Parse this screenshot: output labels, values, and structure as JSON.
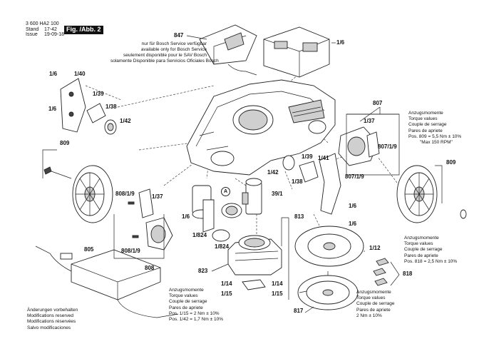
{
  "header": {
    "doc_number": "3 600 HA2 100",
    "stand_label": "Stand",
    "issue_label": "Issue",
    "stand_value": "17-42",
    "issue_value": "19-09-18",
    "figure_tag": "Fig. /Abb. 2"
  },
  "service_note": {
    "line1": "nur für Bosch Service verfügbar",
    "line2": "available only for Bosch Service",
    "line3": "seulement disponible pour le SAV Bosch",
    "line4": "solamente Disponible para Servicios Oficiales Bosch"
  },
  "callouts": {
    "c847": "847",
    "c1_6_top": "1/6",
    "c1_6_a": "1/6",
    "c1_40": "1/40",
    "c1_39": "1/39",
    "c1_6_b": "1/6",
    "c1_38": "1/38",
    "c1_42_a": "1/42",
    "c809_left": "809",
    "c808_1_9_a": "808/1/9",
    "c1_37_a": "1/37",
    "c1_6_c": "1/6",
    "c1_824_a": "1/824",
    "c1_824_b": "1/824",
    "c808_1_9_b": "808/1/9",
    "c808": "808",
    "c805": "805",
    "cA": "A",
    "c1_42_b": "1/42",
    "c1_39_b": "1/39",
    "c1_38_b": "1/38",
    "c39_1": "39/1",
    "c1_41": "1/41",
    "c807": "807",
    "c1_37_b": "1/37",
    "c807_1_9_a": "807/1/9",
    "c807_1_9_b": "807/1/9",
    "c1_6_d": "1/6",
    "c1_6_e": "1/6",
    "c813": "813",
    "c809_right": "809",
    "c1_12": "1/12",
    "c818": "818",
    "c823": "823",
    "c1_14_a": "1/14",
    "c1_14_b": "1/14",
    "c1_15_a": "1/15",
    "c1_15_b": "1/15",
    "c817": "817"
  },
  "torque_807": {
    "l1": "Anzugsmomente",
    "l2": "Torque values",
    "l3": "Couple de serrage",
    "l4": "Pares de apriete",
    "l5": "Pos. 809 = 5,5 Nm  ± 10%",
    "l6": "\"Max 150 RPM\""
  },
  "torque_818": {
    "l1": "Anzugsmomente",
    "l2": "Torque values",
    "l3": "Couple de serrage",
    "l4": "Pares de apriete",
    "l5": "Pos. 818 = 2,5 Nm  ± 10%"
  },
  "torque_815": {
    "l1": "Anzugsmomente",
    "l2": "Torque values",
    "l3": "Couple de serrage",
    "l4": "Pares de apriete",
    "l5": "Pos. 1/15 = 2 Nm  ± 10%",
    "l6": "Pos. 1/42 = 1,7 Nm  ± 10%"
  },
  "torque_817": {
    "l1": "Anzugsmomente",
    "l2": "Torque values",
    "l3": "Couple de serrage",
    "l4": "Pares de apriete",
    "l5": "2 Nm  ± 10%"
  },
  "modifications": {
    "l1": "Änderungen vorbehalten",
    "l2": "Modifications reserved",
    "l3": "Modifications réservées",
    "l4": "Salvo modificaciones"
  }
}
